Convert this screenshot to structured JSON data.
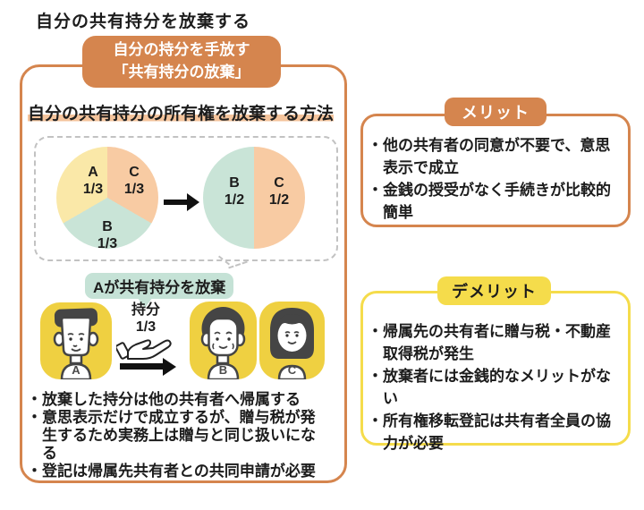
{
  "page": {
    "title": "自分の共有持分を放棄する"
  },
  "left_panel": {
    "badge": "自分の持分を手放す\n「共有持分の放棄」",
    "subtitle": "自分の共有持分の所有権を放棄する方法",
    "action_label": "Aが共有持分を放棄",
    "share_label": "持分\n1/3",
    "persons": [
      {
        "id": "A"
      },
      {
        "id": "B"
      },
      {
        "id": "C"
      }
    ],
    "bullets": [
      "・放棄した持分は他の共有者へ帰属する",
      "・意思表示だけで成立するが、贈与税が発\n生するため実務上は贈与と同じ扱いにな\nる",
      "・登記は帰属先共有者との共同申請が必要"
    ]
  },
  "pies": {
    "before": {
      "slices": [
        {
          "label": "A",
          "value": "1/3",
          "color": "#FAE8A8"
        },
        {
          "label": "C",
          "value": "1/3",
          "color": "#F8CBA3"
        },
        {
          "label": "B",
          "value": "1/3",
          "color": "#C9E4D7"
        }
      ]
    },
    "after": {
      "slices": [
        {
          "label": "B",
          "value": "1/2",
          "color": "#C9E4D7"
        },
        {
          "label": "C",
          "value": "1/2",
          "color": "#F8CBA3"
        }
      ]
    }
  },
  "merit_box": {
    "title": "メリット",
    "bullets": [
      "・他の共有者の同意が不要で、意思\n表示で成立",
      "・金銭の授受がなく手続きが比較的\n簡単"
    ]
  },
  "demerit_box": {
    "title": "デメリット",
    "bullets": [
      "・帰属先の共有者に贈与税・不動産\n取得税が発生",
      "・放棄者には金銭的なメリットがない",
      "・所有権移転登記は共有者全員の協\n力が必要"
    ]
  },
  "colors": {
    "accent_orange": "#D5854E",
    "accent_yellow": "#F5DC4B",
    "avatar_yellow": "#EFD041",
    "teal_label": "#C5E2D6",
    "pie_yellow": "#FAE8A8",
    "pie_peach": "#F8CBA3",
    "pie_teal": "#C9E4D7",
    "subtitle_highlight": "#F4C49C"
  }
}
